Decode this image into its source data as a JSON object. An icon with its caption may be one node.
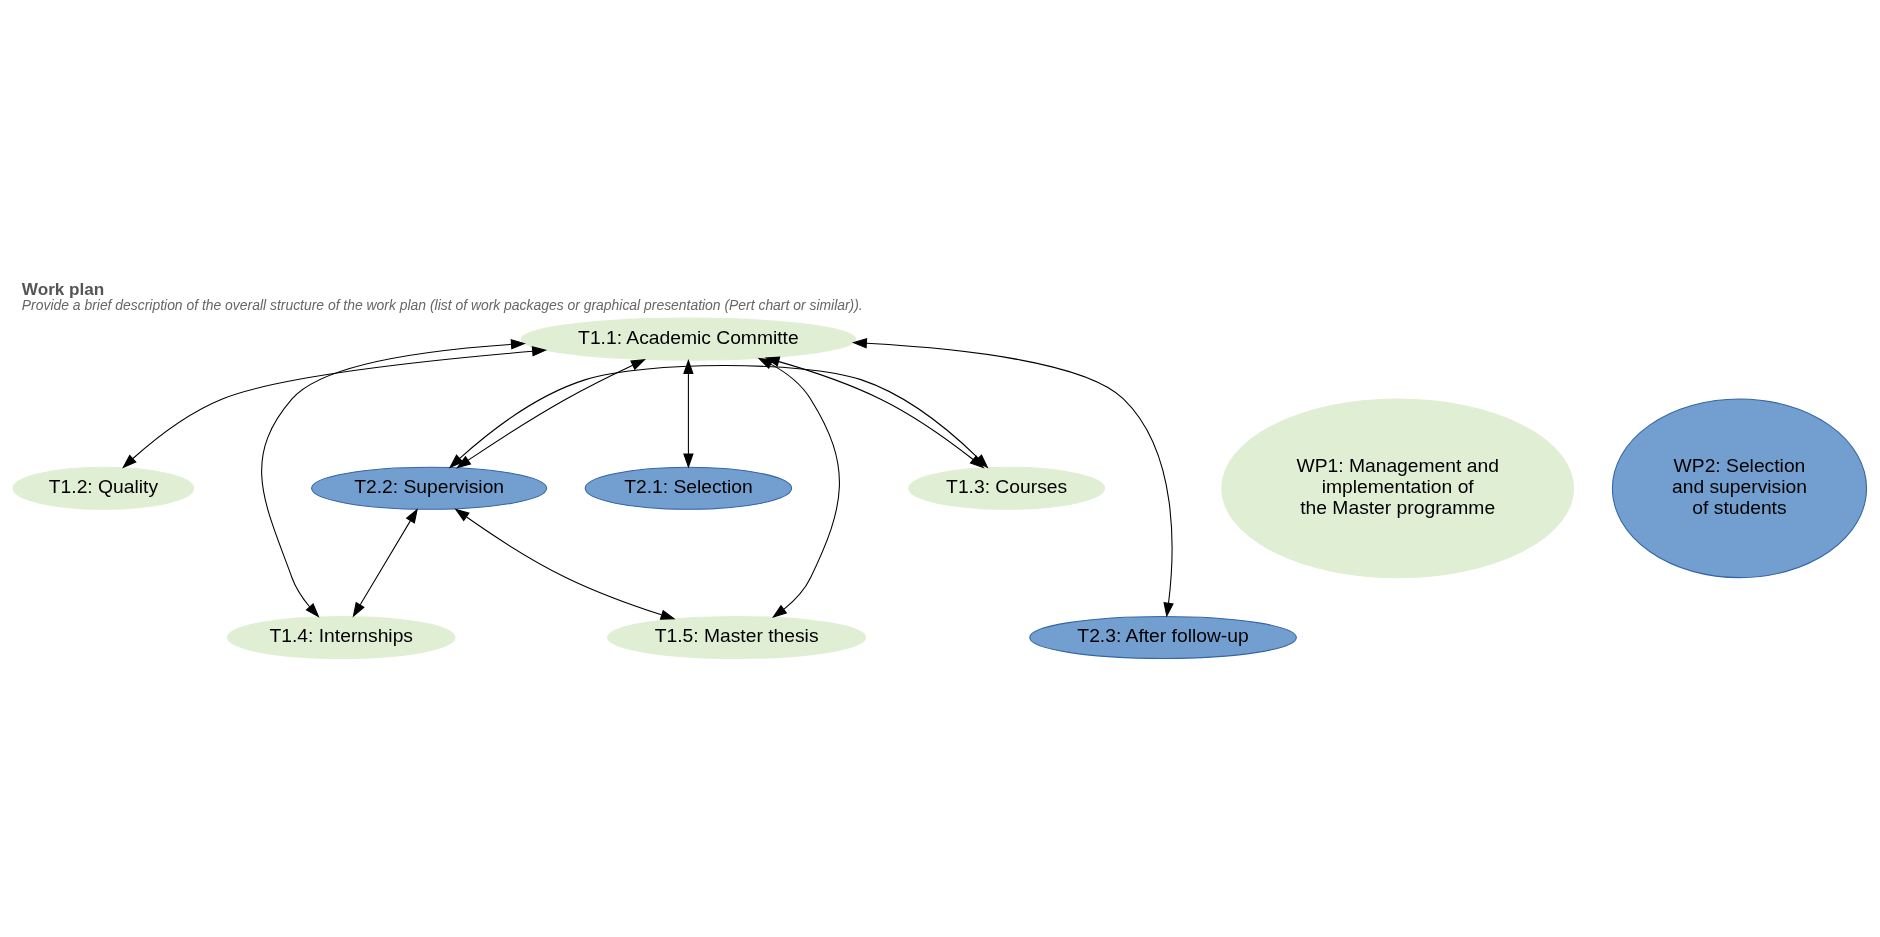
{
  "diagram": {
    "title": "Work plan",
    "caption": "Provide a brief description of the overall structure of the work plan (list of work packages or graphical presentation (Pert chart or similar)).",
    "nodes": [
      {
        "text": [
          "T1.1: Academic Committe"
        ]
      },
      {
        "text": [
          "T1.2: Quality"
        ]
      },
      {
        "text": [
          "T1.3: Courses"
        ]
      },
      {
        "text": [
          "T1.4: Internships"
        ]
      },
      {
        "text": [
          "T1.5: Master thesis"
        ]
      },
      {
        "text": [
          "WP1: Management and implementation of the Master programme"
        ]
      },
      {
        "text": [
          "T2.1: Selection"
        ]
      },
      {
        "text": [
          "T2.2: Supervision"
        ]
      },
      {
        "text": [
          "T2.3: After follow-up"
        ]
      },
      {
        "text": [
          "WP2: Selection and supervision of students"
        ]
      }
    ],
    "edges": [
      {
        "from": 0,
        "to": 1,
        "arrow": "both"
      },
      {
        "from": 0,
        "to": 2,
        "arrow": "both"
      },
      {
        "from": 0,
        "to": 3,
        "arrow": "both"
      },
      {
        "from": 0,
        "to": 4,
        "arrow": "both"
      },
      {
        "from": 0,
        "to": 6,
        "arrow": "both"
      },
      {
        "from": 0,
        "to": 7,
        "arrow": "both"
      },
      {
        "from": 0,
        "to": 8,
        "arrow": "both"
      },
      {
        "from": 7,
        "to": 2,
        "arrow": "both"
      },
      {
        "from": 7,
        "to": 3,
        "arrow": "both"
      },
      {
        "from": 7,
        "to": 4,
        "arrow": "both"
      }
    ]
  }
}
